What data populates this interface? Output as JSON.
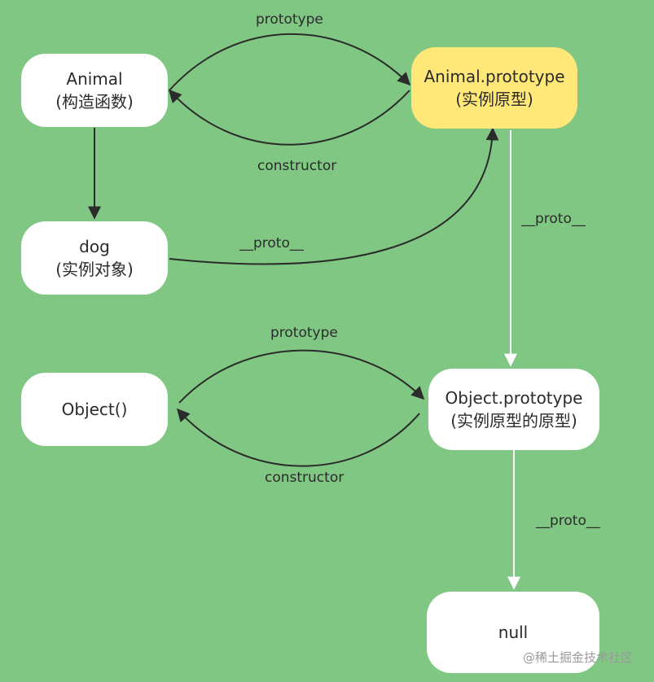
{
  "nodes": {
    "animal": {
      "title": "Animal",
      "subtitle": "(构造函数)"
    },
    "animal_prototype": {
      "title": "Animal.prototype",
      "subtitle": "(实例原型)"
    },
    "dog": {
      "title": "dog",
      "subtitle": "(实例对象)"
    },
    "object_ctor": {
      "title": "Object()"
    },
    "object_prototype": {
      "title": "Object.prototype",
      "subtitle": "(实例原型的原型)"
    },
    "null_node": {
      "title": "null"
    }
  },
  "edge_labels": {
    "animal_prototype": "prototype",
    "animal_constructor": "constructor",
    "dog_proto": "__proto__",
    "animal_proto_chain": "__proto__",
    "object_prototype": "prototype",
    "object_constructor": "constructor",
    "object_proto_chain": "__proto__"
  },
  "watermark": "@稀土掘金技术社区",
  "colors": {
    "background": "#80c783",
    "node": "#ffffff",
    "highlight_node": "#ffe878",
    "arrow_dark": "#2b2b2b",
    "arrow_light": "#ffffff"
  }
}
